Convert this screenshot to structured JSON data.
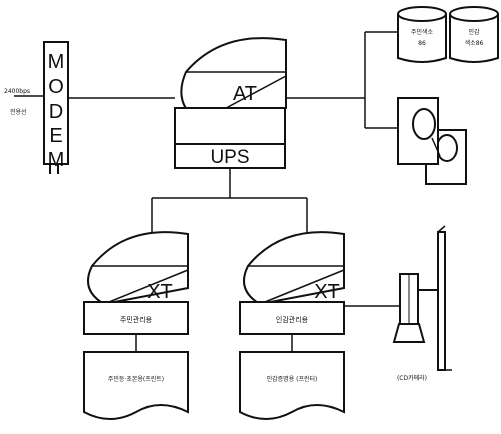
{
  "modem": {
    "letters": [
      "M",
      "O",
      "D",
      "E",
      "M"
    ],
    "speed_label": "2400bps",
    "line_label": "전용선"
  },
  "main_computer": {
    "label": "AT",
    "ups_label": "UPS"
  },
  "disks": [
    {
      "label_line1": "주민색소",
      "label_line2": "86"
    },
    {
      "label_line1": "인감",
      "label_line2": "색소86"
    }
  ],
  "workstations": [
    {
      "label": "XT",
      "role_label": "주민관리용",
      "output_label": "주민등·초본용(프린트)"
    },
    {
      "label": "XT",
      "role_label": "인감관리용",
      "output_label": "인감증명용 (프린터)"
    }
  ],
  "camera": {
    "label": "(CD카메라)"
  },
  "colors": {
    "ink": "#111111",
    "background": "#ffffff"
  }
}
